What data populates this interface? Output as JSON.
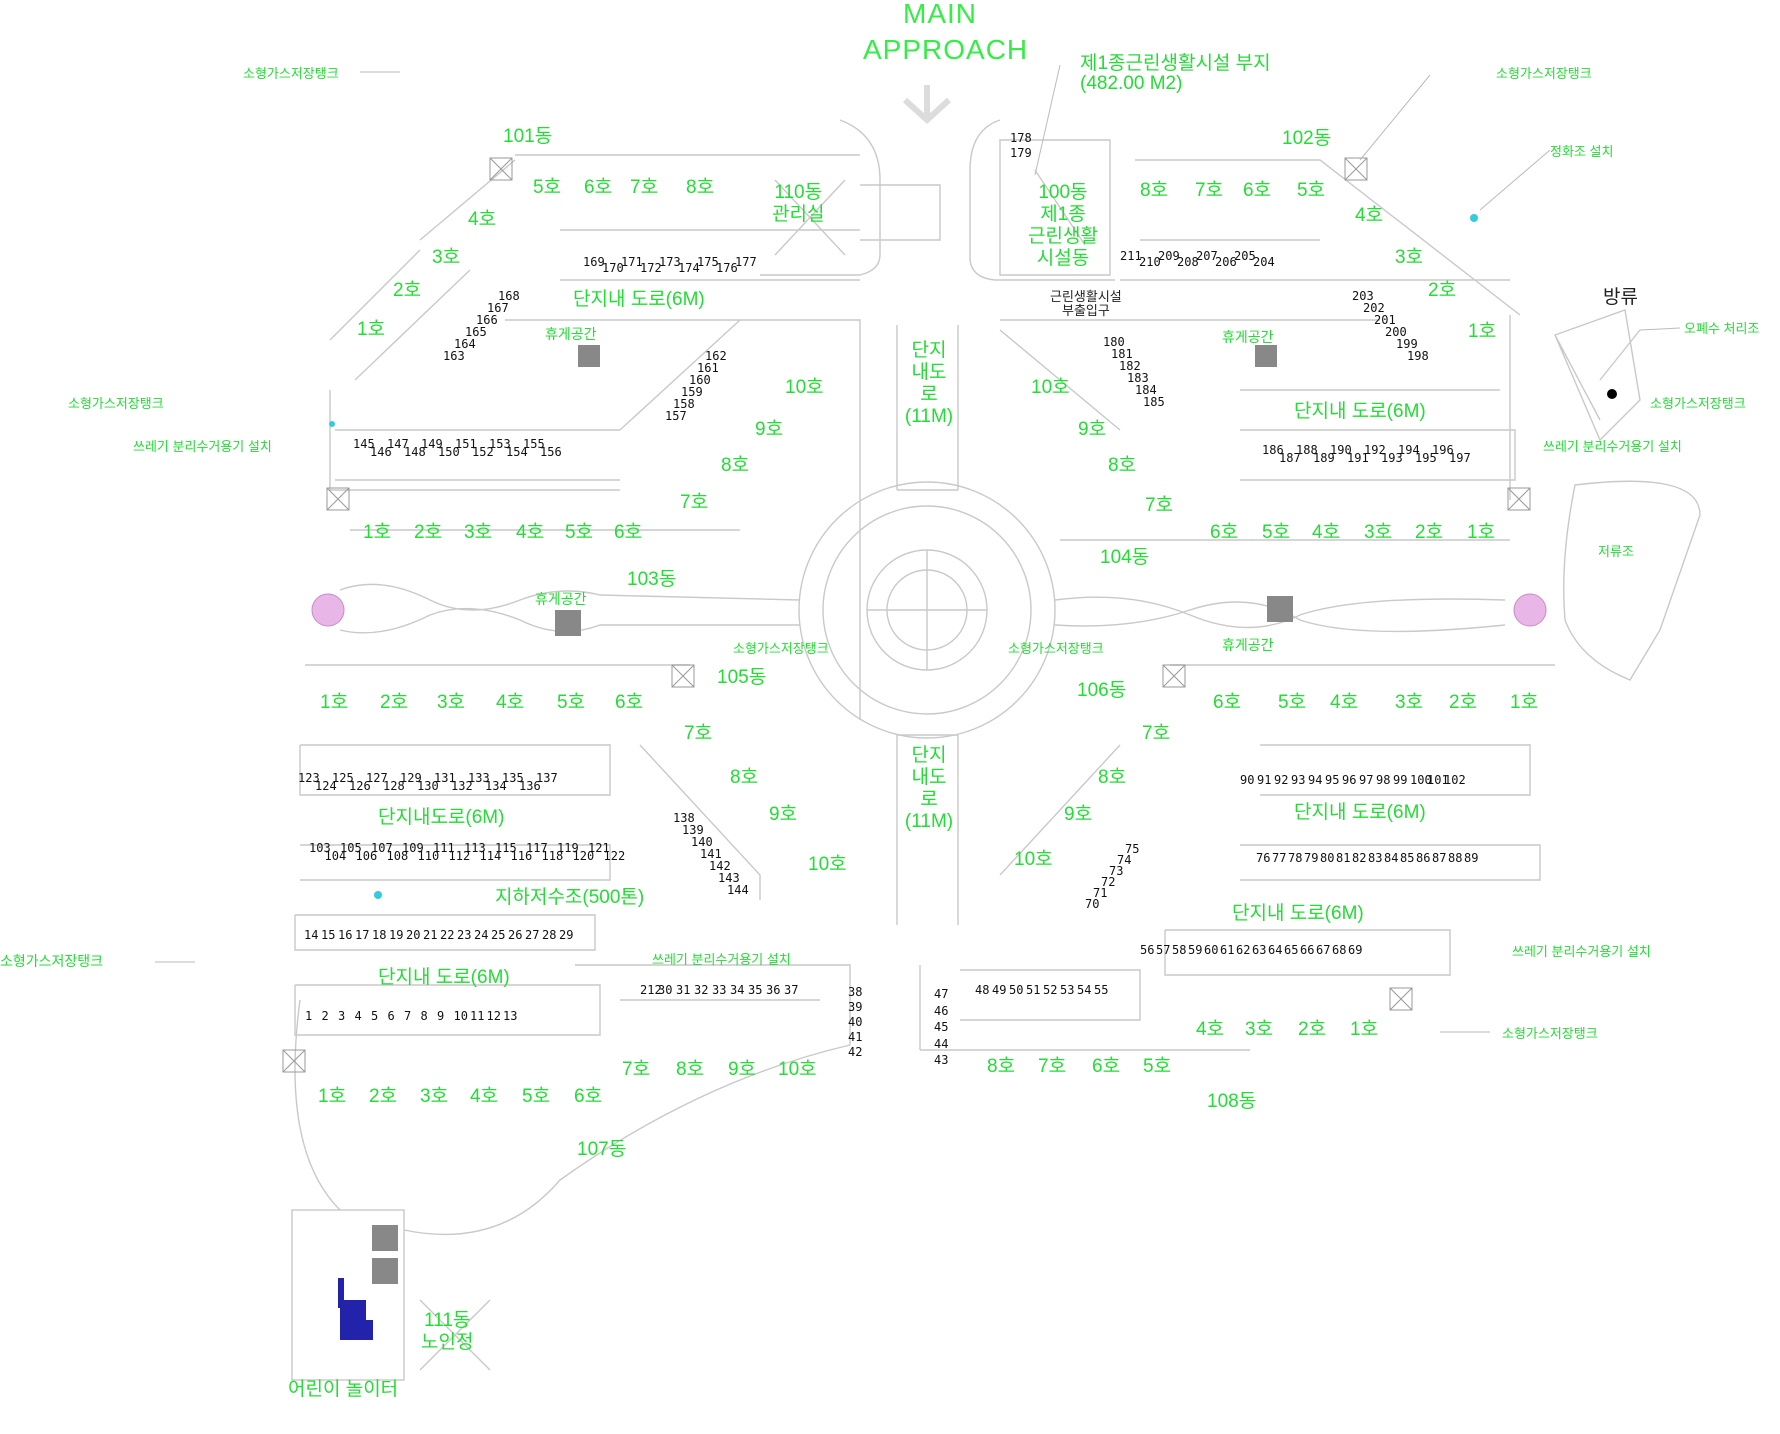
{
  "main_approach": {
    "line1": "MAIN",
    "line2": "APPROACH"
  },
  "facility_site": {
    "line1": "제1종근린생활시설 부지",
    "line2": "(482.00 M2)"
  },
  "buildings": {
    "b101": "101동",
    "b102": "102동",
    "b103": "103동",
    "b104": "104동",
    "b105": "105동",
    "b106": "106동",
    "b107": "107동",
    "b108": "108동",
    "b110_1": "110동",
    "b110_2": "관리실",
    "b100_1": "100동",
    "b100_2": "제1종",
    "b100_3": "근린생활",
    "b100_4": "시설동",
    "b111_1": "111동",
    "b111_2": "노인정"
  },
  "roads": {
    "inner_6m_a": "단지내 도로(6M)",
    "inner_6m_b": "단지내도로(6M)",
    "main_11m_top": "단지내도로(11M)",
    "main_11m_bottom": "단지내도로(11M)"
  },
  "labels": {
    "rest": "휴게공간",
    "gas_tank": "소형가스저장탱크",
    "waste": "쓰레기 분리수거용기 설치",
    "underground_water": "지하저수조(500톤)",
    "facility_entrance_1": "근린생활시설",
    "facility_entrance_2": "부출입구",
    "septic_tank": "오폐수 처리조",
    "discharge": "방류",
    "pond": "저류조",
    "septic_install": "정화조 설치",
    "playground": "어린이 놀이터"
  },
  "units": {
    "u1": "1호",
    "u2": "2호",
    "u3": "3호",
    "u4": "4호",
    "u5": "5호",
    "u6": "6호",
    "u7": "7호",
    "u8": "8호",
    "u9": "9호",
    "u10": "10호"
  },
  "parking": {
    "g1": [
      "169",
      "170",
      "171",
      "172",
      "173",
      "174",
      "175",
      "176",
      "177"
    ],
    "g2": [
      "211",
      "210",
      "209",
      "208",
      "207",
      "206",
      "205",
      "204"
    ],
    "g3": [
      "168",
      "167",
      "166",
      "165",
      "164",
      "163"
    ],
    "g4": [
      "203",
      "202",
      "201",
      "200",
      "199",
      "198"
    ],
    "g5": [
      "145",
      "146",
      "147",
      "148",
      "149",
      "150",
      "151",
      "152",
      "153",
      "154",
      "155",
      "156"
    ],
    "g6": [
      "186",
      "187",
      "188",
      "189",
      "190",
      "191",
      "192",
      "193",
      "194",
      "195",
      "196",
      "197"
    ],
    "g7": [
      "157",
      "158",
      "159",
      "160",
      "161",
      "162"
    ],
    "g8": [
      "180",
      "181",
      "182",
      "183",
      "184",
      "185"
    ],
    "g9": [
      "123",
      "124",
      "125",
      "126",
      "127",
      "128",
      "129",
      "130",
      "131",
      "132",
      "133",
      "134",
      "135",
      "136",
      "137"
    ],
    "g10": [
      "90",
      "91",
      "92",
      "93",
      "94",
      "95",
      "96",
      "97",
      "98",
      "99",
      "100",
      "101",
      "102"
    ],
    "g11": [
      "103",
      "104",
      "105",
      "106",
      "107",
      "108",
      "109",
      "110",
      "111",
      "112",
      "113",
      "114",
      "115",
      "116",
      "117",
      "118",
      "119",
      "120",
      "121",
      "122"
    ],
    "g12": [
      "76",
      "77",
      "78",
      "79",
      "80",
      "81",
      "82",
      "83",
      "84",
      "85",
      "86",
      "87",
      "88",
      "89"
    ],
    "g13": [
      "138",
      "139",
      "140",
      "141",
      "142",
      "143",
      "144"
    ],
    "g14": [
      "70",
      "71",
      "72",
      "73",
      "74",
      "75"
    ],
    "g15": [
      "14",
      "15",
      "16",
      "17",
      "18",
      "19",
      "20",
      "21",
      "22",
      "23",
      "24",
      "25",
      "26",
      "27",
      "28",
      "29"
    ],
    "g16": [
      "56",
      "57",
      "58",
      "59",
      "60",
      "61",
      "62",
      "63",
      "64",
      "65",
      "66",
      "67",
      "68",
      "69"
    ],
    "g17": [
      "1",
      "2",
      "3",
      "4",
      "5",
      "6",
      "7",
      "8",
      "9",
      "10",
      "11",
      "12",
      "13"
    ],
    "g18": [
      "212",
      "30",
      "31",
      "32",
      "33",
      "34",
      "35",
      "36",
      "37"
    ],
    "g19": [
      "38",
      "39",
      "40",
      "41",
      "42"
    ],
    "g20": [
      "47",
      "46",
      "45",
      "44",
      "43"
    ],
    "g21": [
      "48",
      "49",
      "50",
      "51",
      "52",
      "53",
      "54",
      "55"
    ],
    "g22": [
      "178",
      "179"
    ]
  }
}
